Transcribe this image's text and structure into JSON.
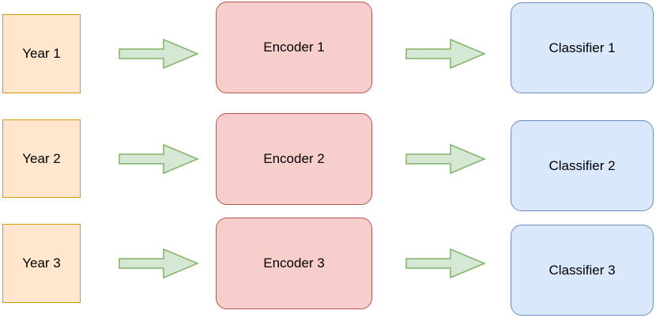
{
  "rows": [
    {
      "year": {
        "label": "Year 1"
      },
      "encoder": {
        "label": "Encoder 1"
      },
      "classifier": {
        "label": "Classifier 1"
      }
    },
    {
      "year": {
        "label": "Year 2"
      },
      "encoder": {
        "label": "Encoder 2"
      },
      "classifier": {
        "label": "Classifier 2"
      }
    },
    {
      "year": {
        "label": "Year 3"
      },
      "encoder": {
        "label": "Encoder 3"
      },
      "classifier": {
        "label": "Classifier 3"
      }
    }
  ],
  "colors": {
    "year_fill": "#ffe6cc",
    "year_stroke": "#d79b00",
    "encoder_fill": "#f8cecc",
    "encoder_stroke": "#b85450",
    "classifier_fill": "#dae8fc",
    "classifier_stroke": "#6c8ebf",
    "arrow_fill": "#d5e8d4",
    "arrow_stroke": "#82b366"
  }
}
